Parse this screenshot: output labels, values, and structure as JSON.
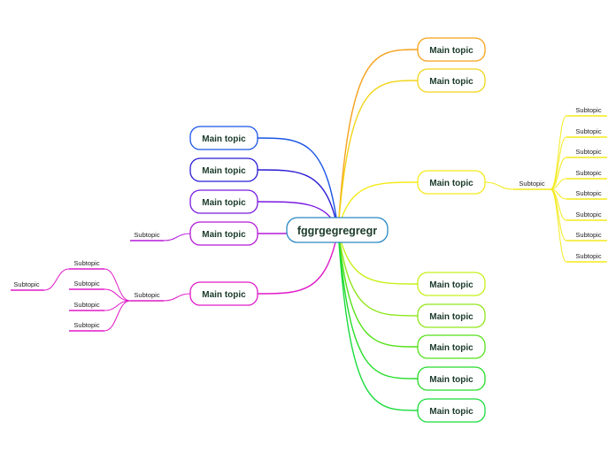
{
  "central": {
    "label": "fggrgegregregr",
    "color": "#2a88c4"
  },
  "main_topics": [
    {
      "id": "r1",
      "label": "Main topic",
      "color": "#f7a11a"
    },
    {
      "id": "r2",
      "label": "Main topic",
      "color": "#f2d41a"
    },
    {
      "id": "r3",
      "label": "Main topic",
      "color": "#f4ea1a",
      "subtopics": [
        {
          "label": "Subtopic",
          "children": [
            {
              "label": "Subtopic"
            },
            {
              "label": "Subtopic"
            },
            {
              "label": "Subtopic"
            },
            {
              "label": "Subtopic"
            },
            {
              "label": "Subtopic"
            },
            {
              "label": "Subtopic"
            },
            {
              "label": "Subtopic"
            },
            {
              "label": "Subtopic"
            }
          ]
        }
      ]
    },
    {
      "id": "r4",
      "label": "Main topic",
      "color": "#c6f01a"
    },
    {
      "id": "r5",
      "label": "Main topic",
      "color": "#8fe61a"
    },
    {
      "id": "r6",
      "label": "Main topic",
      "color": "#55e11a"
    },
    {
      "id": "r7",
      "label": "Main topic",
      "color": "#26dc2a"
    },
    {
      "id": "r8",
      "label": "Main topic",
      "color": "#1adc3c"
    },
    {
      "id": "l1",
      "label": "Main topic",
      "color": "#1a55e6"
    },
    {
      "id": "l2",
      "label": "Main topic",
      "color": "#2a1ad2"
    },
    {
      "id": "l3",
      "label": "Main topic",
      "color": "#7a1ae0"
    },
    {
      "id": "l4",
      "label": "Main topic",
      "color": "#b41ad8",
      "subtopics": [
        {
          "label": "Subtopic"
        }
      ]
    },
    {
      "id": "l5",
      "label": "Main topic",
      "color": "#e01ac8",
      "subtopics": [
        {
          "label": "Subtopic",
          "children": [
            {
              "label": "Subtopic",
              "children": [
                {
                  "label": "Subtopic"
                }
              ]
            },
            {
              "label": "Subtopic"
            },
            {
              "label": "Subtopic"
            },
            {
              "label": "Subtopic"
            }
          ]
        }
      ]
    }
  ]
}
